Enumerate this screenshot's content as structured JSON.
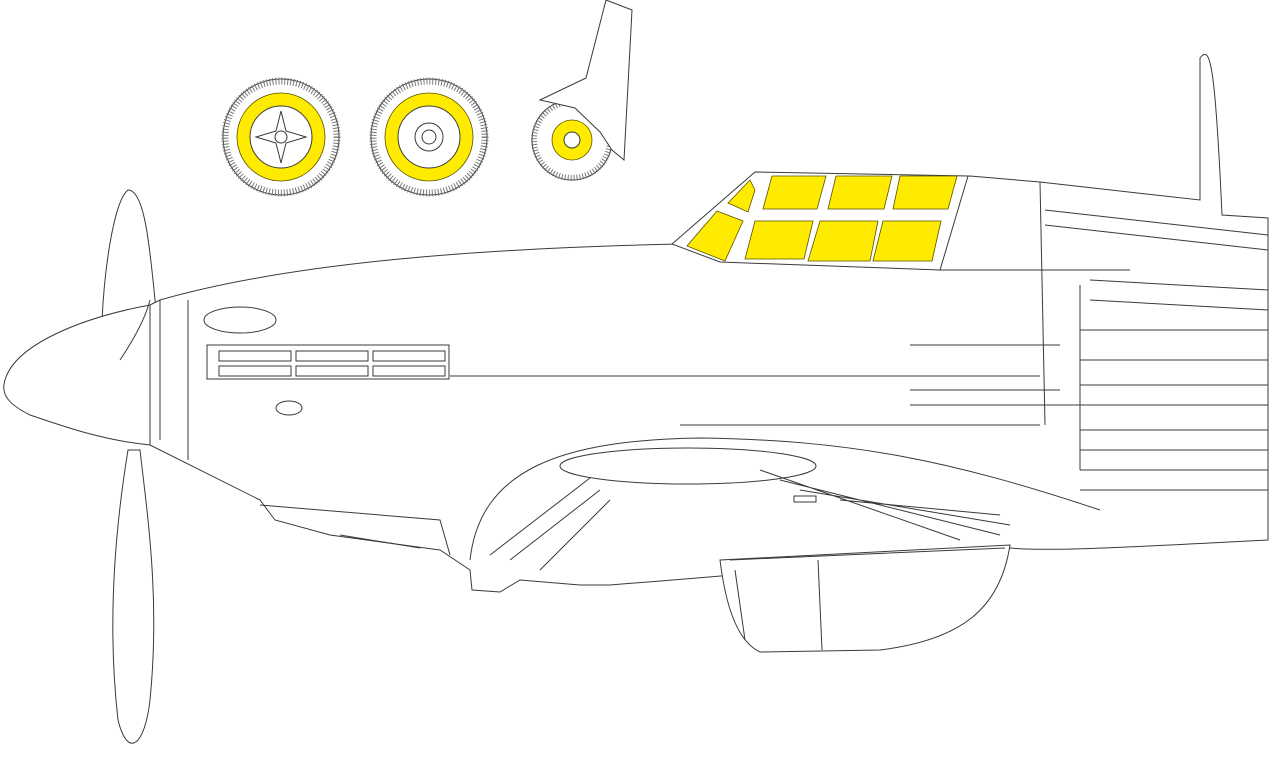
{
  "colors": {
    "mask_yellow": "#ffeb00",
    "line": "#3a3a3a",
    "background": "#ffffff"
  },
  "masks": {
    "wheels": [
      "main-wheel-left",
      "main-wheel-right",
      "tail-wheel"
    ],
    "canopy_panels": 8
  }
}
